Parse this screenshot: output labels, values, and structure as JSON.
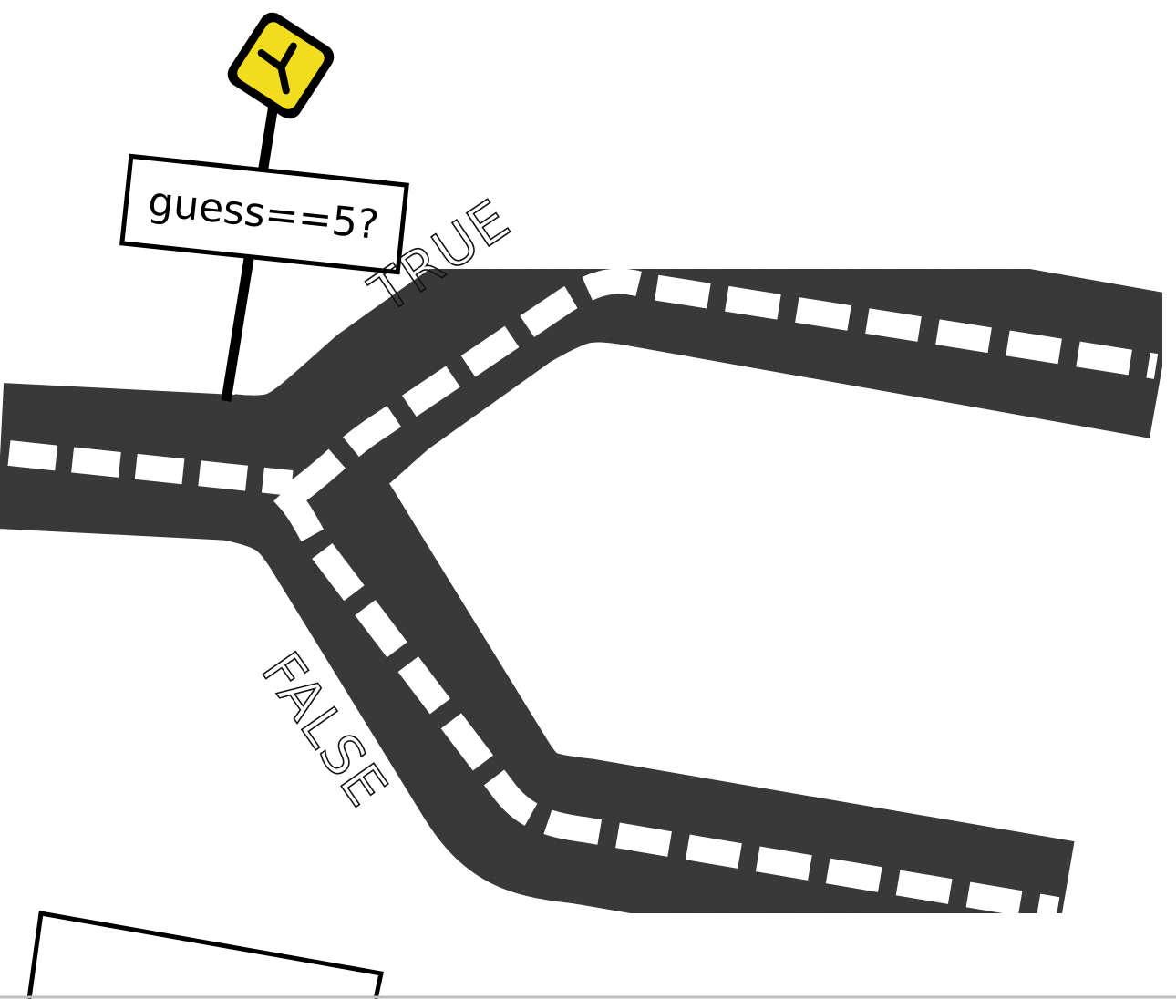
{
  "sign": {
    "question": "guess==5?",
    "icon": "fork-road-icon",
    "icon_color": "#f2dd1c"
  },
  "branches": {
    "true_label": "TRUE",
    "false_label": "FALSE"
  },
  "colors": {
    "asphalt": "#3d3d3d",
    "lane_marking": "#ffffff",
    "outline": "#000000"
  }
}
